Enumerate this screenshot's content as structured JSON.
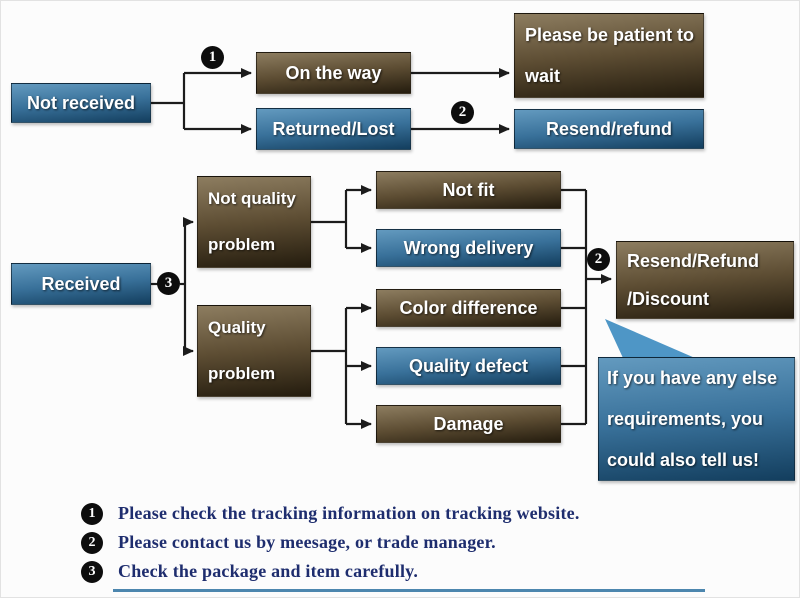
{
  "nodes": {
    "not_received": "Not received",
    "on_the_way": "On the way",
    "returned_lost": "Returned/Lost",
    "be_patient": "Please be patient to wait",
    "resend_refund": "Resend/refund",
    "received": "Received",
    "not_quality_problem": "Not quality problem",
    "quality_problem": "Quality problem",
    "not_fit": "Not fit",
    "wrong_delivery": "Wrong delivery",
    "color_difference": "Color difference",
    "quality_defect": "Quality defect",
    "damage": "Damage",
    "resend_refund_discount": "Resend/Refund /Discount",
    "speech_bubble": "If you have any else requirements, you could also tell us!"
  },
  "markers": {
    "step1": "1",
    "step2_top": "2",
    "step3": "3",
    "step2_right": "2"
  },
  "legend": [
    {
      "num": "1",
      "text": "Please check the tracking information on tracking website."
    },
    {
      "num": "2",
      "text": "Please contact us by meesage, or trade manager."
    },
    {
      "num": "3",
      "text": "Check the package and item carefully."
    }
  ],
  "colors": {
    "blue_box_top": "#639abf",
    "blue_box_bottom": "#133e5e",
    "brown_box_top": "#8d7d60",
    "brown_box_bottom": "#241c0e",
    "legend_text": "#1e2d6e",
    "connector": "#1c1c1c",
    "bubble_tail": "#4e96c6",
    "bottom_rule": "#4c86ae"
  }
}
